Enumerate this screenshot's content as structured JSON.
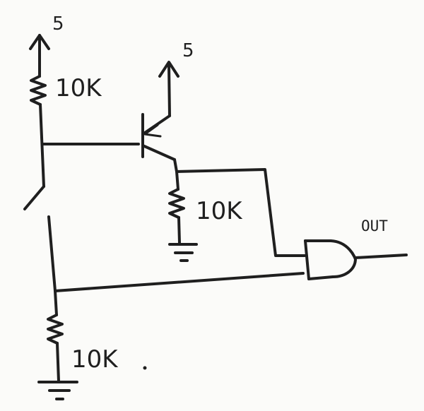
{
  "labels": {
    "supply_voltage_1": "5",
    "supply_voltage_2": "5",
    "resistor_top": "10K",
    "resistor_emitter": "10K",
    "resistor_bottom": "10K",
    "output": "OUT"
  },
  "colors": {
    "ink": "#1f1f1f",
    "paper": "#fbfbf9"
  },
  "icons": {
    "supply": "arrow-up-icon",
    "resistor": "zigzag-resistor-icon",
    "ground": "ground-icon",
    "transistor": "pnp-transistor-icon",
    "gate": "and-gate-icon",
    "switch": "switch-icon"
  }
}
